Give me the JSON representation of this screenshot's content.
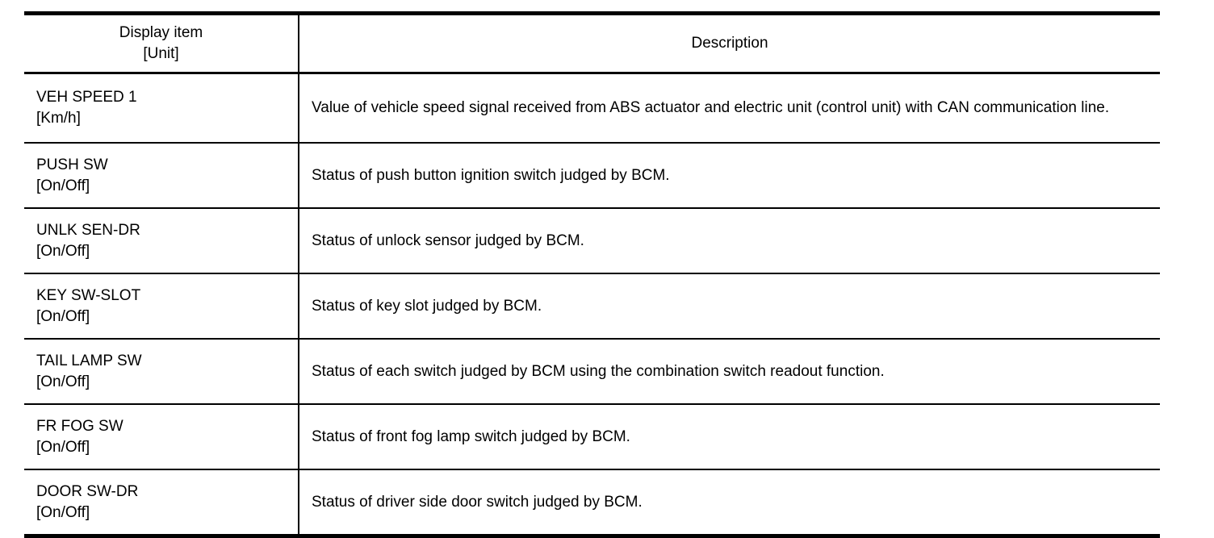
{
  "page": {
    "background_color": "#ffffff",
    "text_color": "#000000",
    "border_color": "#000000"
  },
  "table": {
    "header": {
      "display_item_line1": "Display item",
      "display_item_line2": "[Unit]",
      "description": "Description"
    },
    "rows": [
      {
        "item": "VEH SPEED 1",
        "unit": "[Km/h]",
        "description": "Value of vehicle speed signal received from ABS actuator and electric unit (control unit) with CAN communication line."
      },
      {
        "item": "PUSH SW",
        "unit": "[On/Off]",
        "description": "Status of push button ignition switch judged by BCM."
      },
      {
        "item": "UNLK SEN-DR",
        "unit": "[On/Off]",
        "description": "Status of unlock sensor judged by BCM."
      },
      {
        "item": "KEY SW-SLOT",
        "unit": "[On/Off]",
        "description": "Status of key slot judged by BCM."
      },
      {
        "item": "TAIL LAMP SW",
        "unit": "[On/Off]",
        "description": "Status of each switch judged by BCM using the combination switch readout function."
      },
      {
        "item": "FR FOG SW",
        "unit": "[On/Off]",
        "description": "Status of front fog lamp switch judged by BCM."
      },
      {
        "item": "DOOR SW-DR",
        "unit": "[On/Off]",
        "description": "Status of driver side door switch judged by BCM."
      }
    ]
  }
}
